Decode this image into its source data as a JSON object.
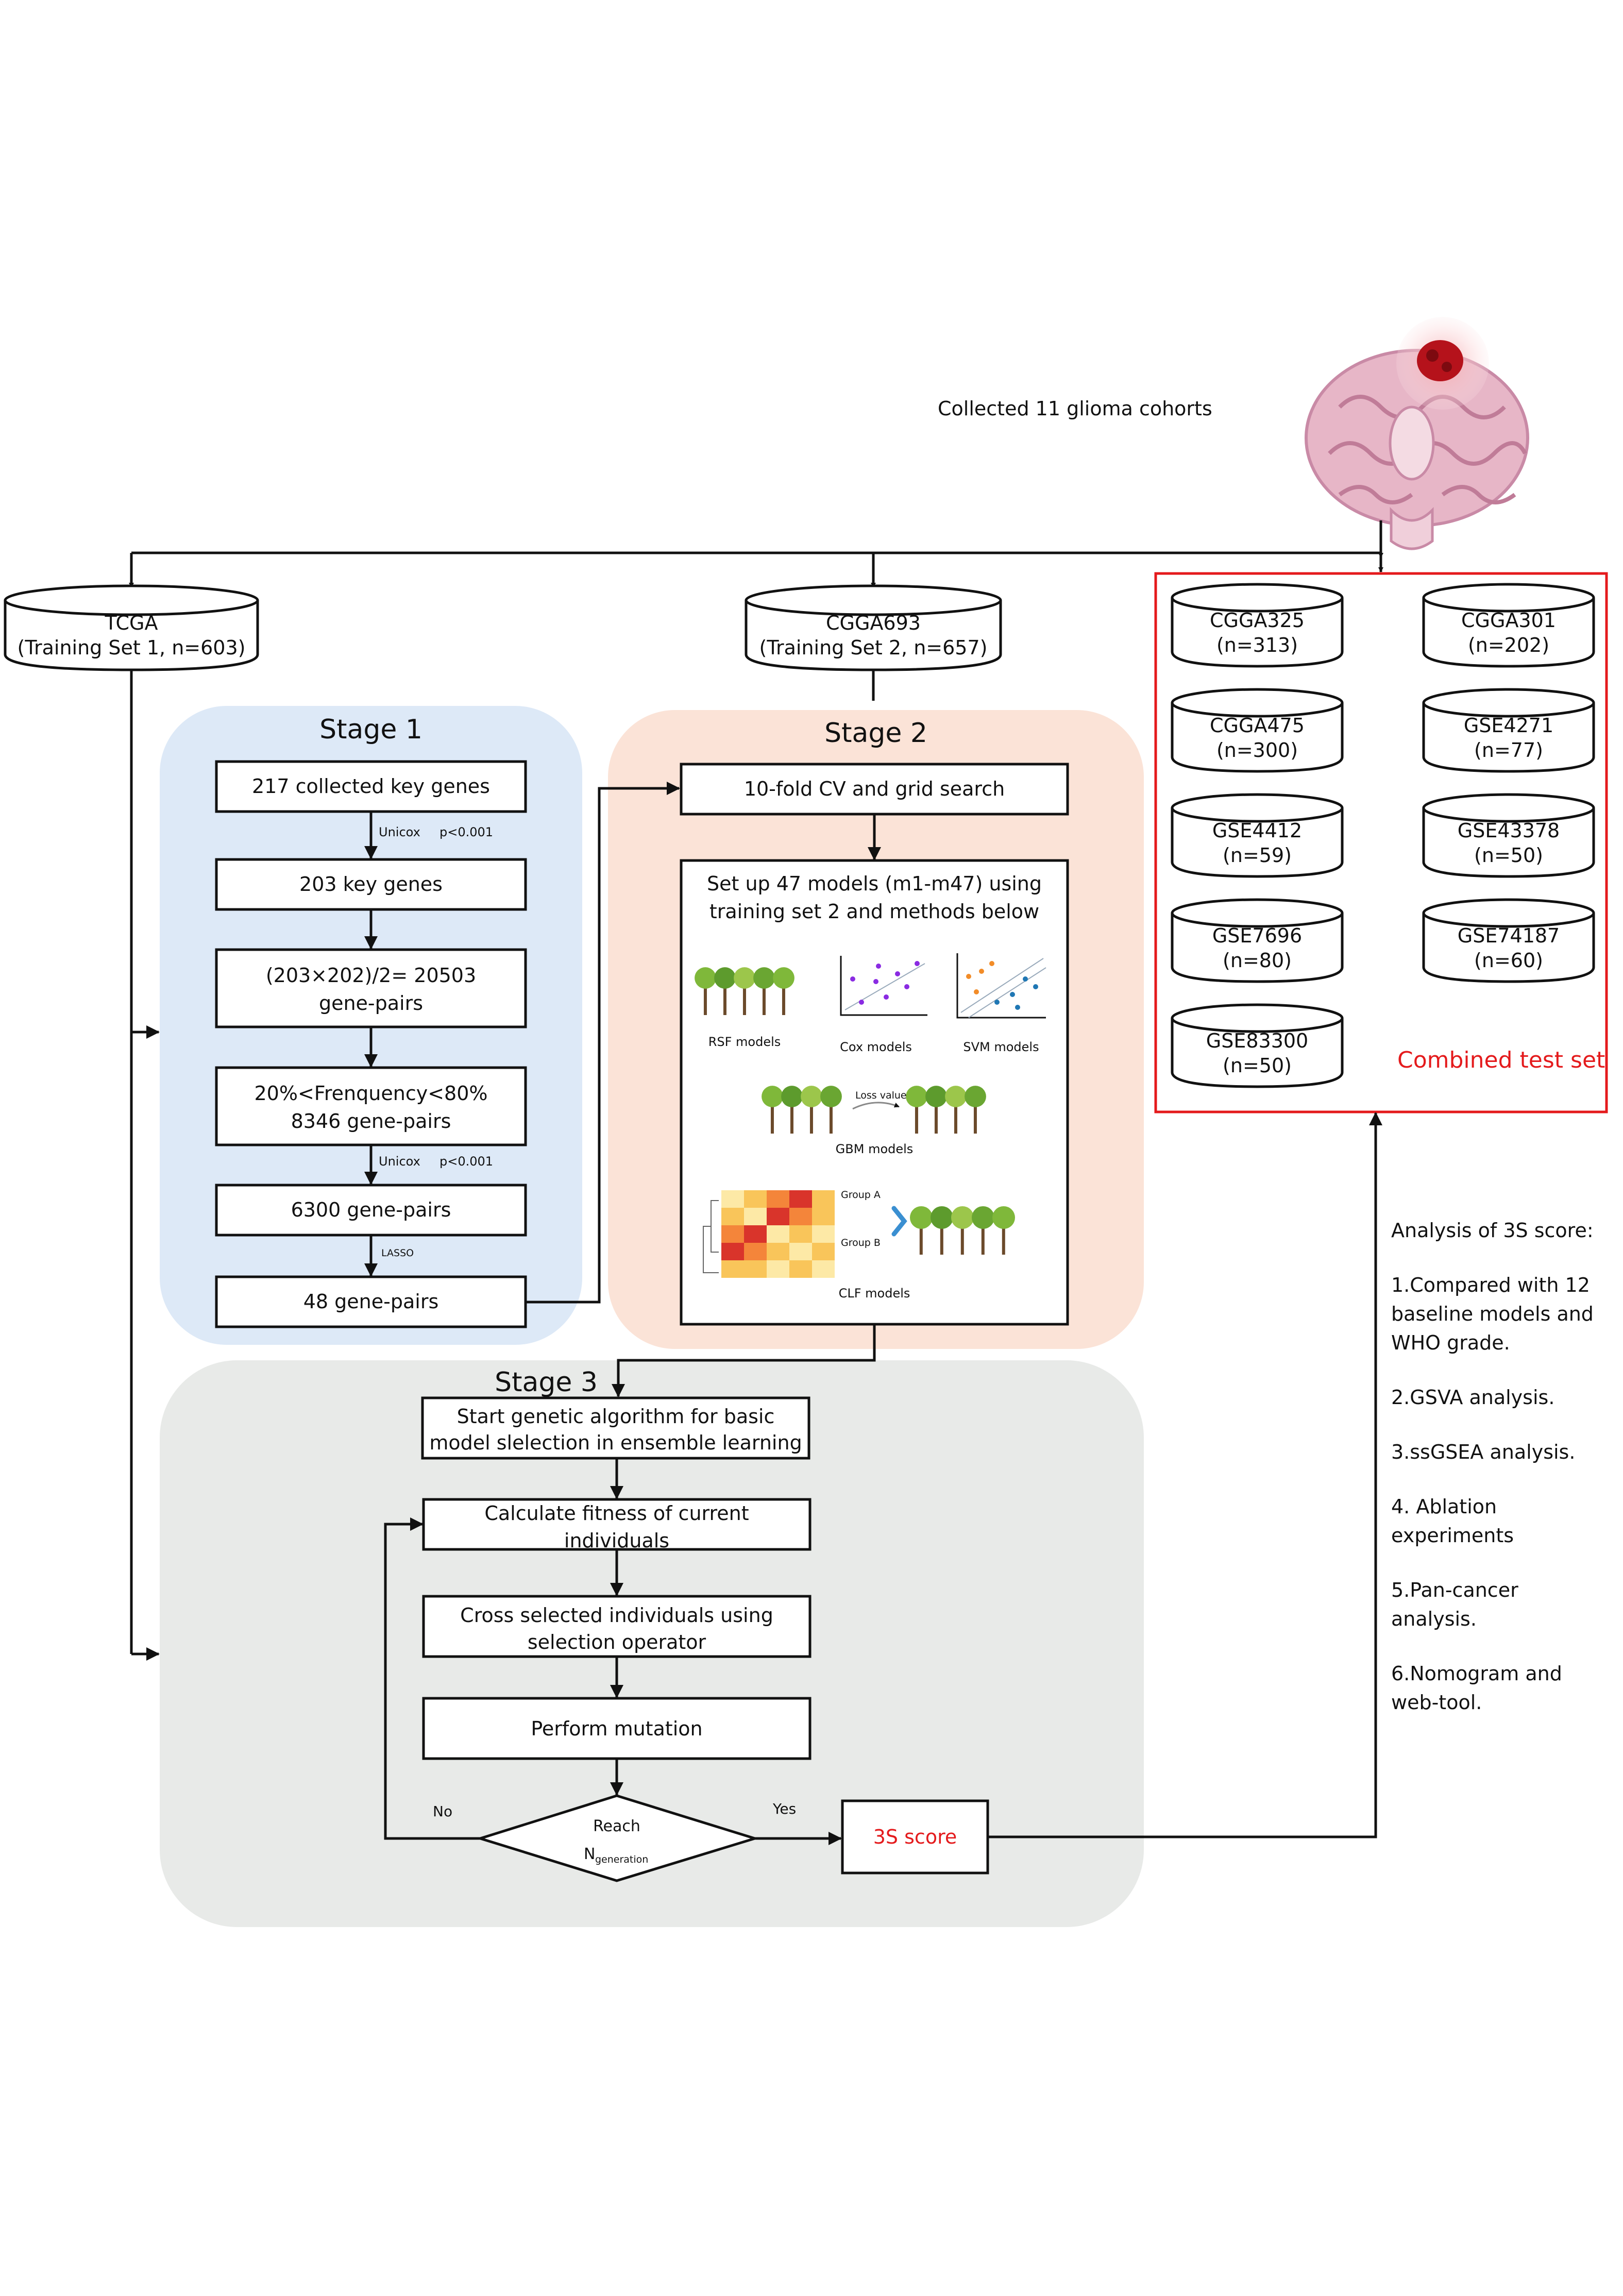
{
  "header": {
    "collected": "Collected 11 glioma cohorts",
    "brain_icon": "brain-tumor-illustration"
  },
  "training_sets": {
    "tcga": {
      "line1": "TCGA",
      "line2": "(Training Set 1, n=603)"
    },
    "cgga693": {
      "line1": "CGGA693",
      "line2": "(Training Set 2, n=657)"
    }
  },
  "test_sets": {
    "items": [
      {
        "line1": "CGGA325",
        "line2": "(n=313)"
      },
      {
        "line1": "CGGA301",
        "line2": "(n=202)"
      },
      {
        "line1": "CGGA475",
        "line2": "(n=300)"
      },
      {
        "line1": "GSE4271",
        "line2": "(n=77)"
      },
      {
        "line1": "GSE4412",
        "line2": "(n=59)"
      },
      {
        "line1": "GSE43378",
        "line2": "(n=50)"
      },
      {
        "line1": "GSE7696",
        "line2": "(n=80)"
      },
      {
        "line1": "GSE74187",
        "line2": "(n=60)"
      },
      {
        "line1": "GSE83300",
        "line2": "(n=50)"
      }
    ],
    "label": "Combined test set",
    "label_color": "#e41a1c"
  },
  "stage1": {
    "title": "Stage 1",
    "bg_color": "#dde9f7",
    "boxes": [
      {
        "line1": "217 collected key genes",
        "line2": ""
      },
      {
        "line1": "203 key genes",
        "line2": ""
      },
      {
        "line1": "(203×202)/2= 20503",
        "line2": "gene-pairs"
      },
      {
        "line1": "20%<Frenquency<80%",
        "line2": "8346 gene-pairs"
      },
      {
        "line1": "6300  gene-pairs",
        "line2": ""
      },
      {
        "line1": "48  gene-pairs",
        "line2": ""
      }
    ],
    "arrow_labels": {
      "a1_method": "Unicox",
      "a1_p": "p<0.001",
      "a4_method": "Unicox",
      "a4_p": "p<0.001",
      "a5_method": "LASSO"
    }
  },
  "stage2": {
    "title": "Stage 2",
    "bg_color": "#fbe3d7",
    "cv_box": "10-fold CV and grid search",
    "models_line1": "Set up 47 models (m1-m47) using",
    "models_line2": "training set 2 and methods below",
    "model_labels": {
      "rsf": "RSF models",
      "cox": "Cox models",
      "svm": "SVM models",
      "gbm": "GBM models",
      "loss": "Loss value",
      "clf": "CLF models",
      "group_a": "Group A",
      "group_b": "Group B"
    }
  },
  "stage3": {
    "title": "Stage 3",
    "bg_color": "#e8eae8",
    "boxes": [
      {
        "line1": "Start genetic algorithm for  basic",
        "line2": "model slelection in ensemble learning"
      },
      {
        "line1": "Calculate fitness of current",
        "line2": "individuals"
      },
      {
        "line1": "Cross selected individuals using",
        "line2": "selection operator"
      },
      {
        "line1": "Perform mutation",
        "line2": ""
      }
    ],
    "decision": {
      "line1": "Reach",
      "line2_main": "N",
      "line2_sub": "generation"
    },
    "no_label": "No",
    "yes_label": "Yes",
    "score": "3S score",
    "score_color": "#e41a1c"
  },
  "analysis": {
    "heading": "Analysis of 3S score:",
    "items": [
      "1.Compared with 12 baseline models and WHO grade.",
      "2.GSVA analysis.",
      "3.ssGSEA analysis.",
      "4. Ablation experiments",
      "5.Pan-cancer analysis.",
      "6.Nomogram and web-tool."
    ]
  }
}
